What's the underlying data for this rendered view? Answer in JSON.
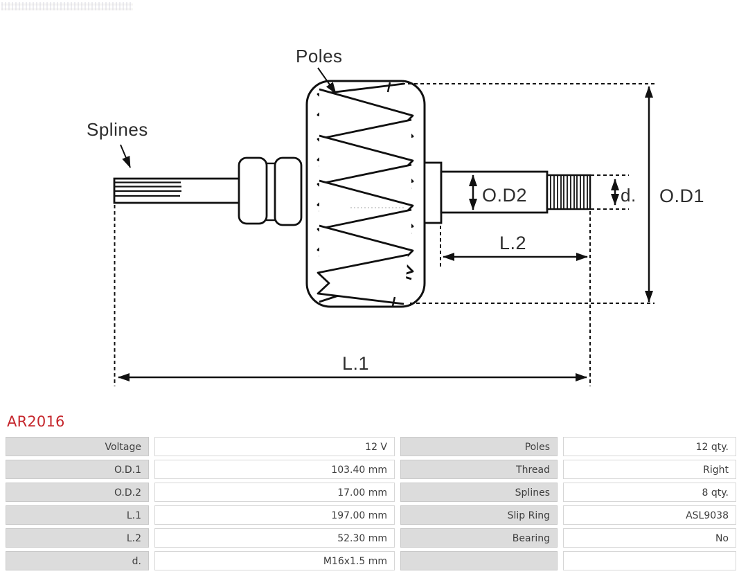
{
  "part_number": "AR2016",
  "colors": {
    "part_number": "#c5262c",
    "table_label_bg": "#dcdcdc",
    "table_value_bg": "#ffffff",
    "table_border": "#cccccc",
    "line_color": "#111111"
  },
  "diagram": {
    "callouts": {
      "poles": "Poles",
      "splines": "Splines"
    },
    "dimensions": {
      "od1": "O.D1",
      "od2": "O.D2",
      "d": "d.",
      "l1": "L.1",
      "l2": "L.2"
    }
  },
  "specs_table": {
    "rows": [
      {
        "left_label": "Voltage",
        "left_value": "12 V",
        "right_label": "Poles",
        "right_value": "12 qty."
      },
      {
        "left_label": "O.D.1",
        "left_value": "103.40 mm",
        "right_label": "Thread",
        "right_value": "Right"
      },
      {
        "left_label": "O.D.2",
        "left_value": "17.00 mm",
        "right_label": "Splines",
        "right_value": "8 qty."
      },
      {
        "left_label": "L.1",
        "left_value": "197.00 mm",
        "right_label": "Slip Ring",
        "right_value": "ASL9038"
      },
      {
        "left_label": "L.2",
        "left_value": "52.30 mm",
        "right_label": "Bearing",
        "right_value": "No"
      },
      {
        "left_label": "d.",
        "left_value": "M16x1.5 mm",
        "right_label": "",
        "right_value": ""
      }
    ]
  }
}
